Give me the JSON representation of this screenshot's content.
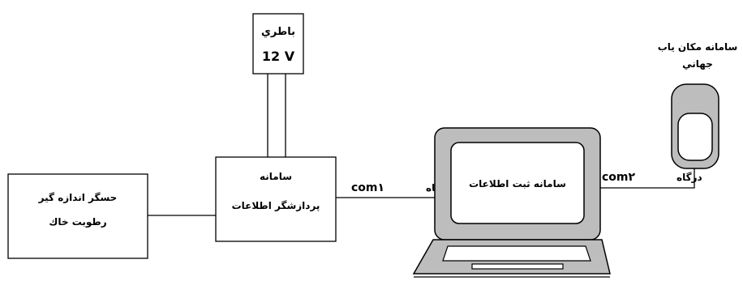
{
  "battery": {
    "line1": "باطري",
    "line2": "12 V"
  },
  "processor": {
    "line1": "سامانه",
    "line2": "پردازشگر اطلاعات"
  },
  "sensor": {
    "line1": "حسگر اندازه گیر",
    "line2": "رطوبت خاك"
  },
  "logger": {
    "label": "سامانه ثبت اطلاعات"
  },
  "gps": {
    "line1": "سامانه مكان ياب",
    "line2": "جهاني"
  },
  "port1": {
    "name": "درگاه",
    "code": "com١"
  },
  "port2": {
    "name": "درگاه",
    "code": "com٢"
  },
  "colors": {
    "line": "#000000",
    "laptop_gray": "#bdbdbd",
    "background": "#ffffff"
  }
}
